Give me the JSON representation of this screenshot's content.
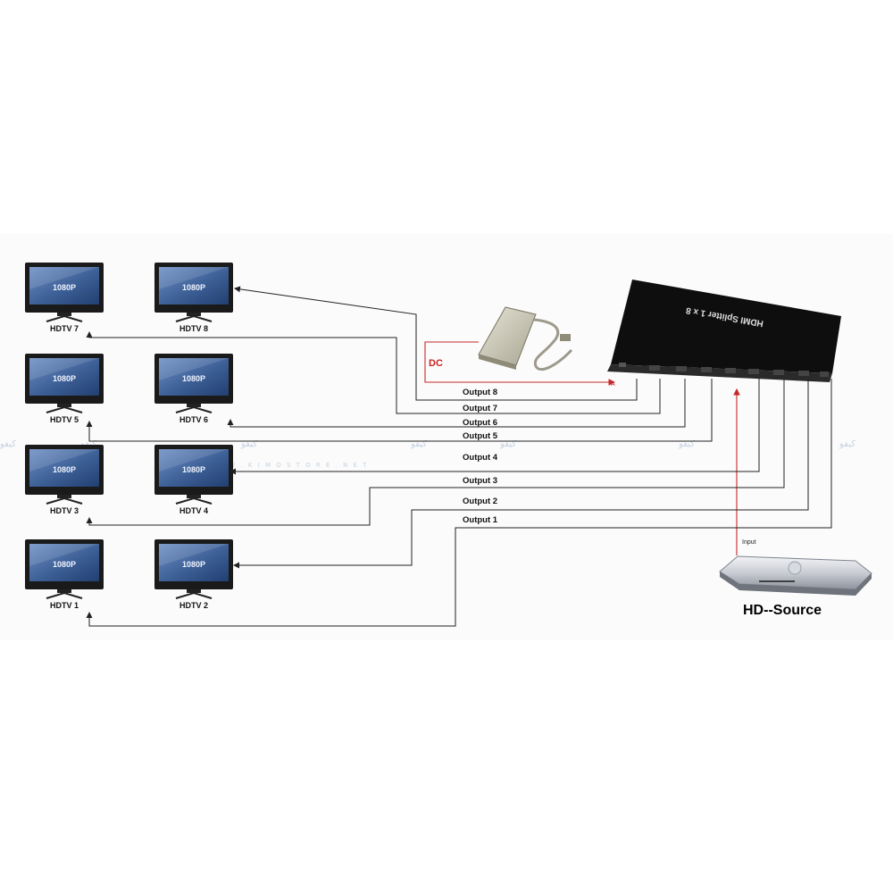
{
  "tvs": [
    {
      "id": "hdtv7",
      "label": "HDTV 7",
      "screen": "1080P"
    },
    {
      "id": "hdtv8",
      "label": "HDTV 8",
      "screen": "1080P"
    },
    {
      "id": "hdtv5",
      "label": "HDTV 5",
      "screen": "1080P"
    },
    {
      "id": "hdtv6",
      "label": "HDTV 6",
      "screen": "1080P"
    },
    {
      "id": "hdtv3",
      "label": "HDTV 3",
      "screen": "1080P"
    },
    {
      "id": "hdtv4",
      "label": "HDTV 4",
      "screen": "1080P"
    },
    {
      "id": "hdtv1",
      "label": "HDTV 1",
      "screen": "1080P"
    },
    {
      "id": "hdtv2",
      "label": "HDTV 2",
      "screen": "1080P"
    }
  ],
  "outputs": [
    {
      "label": "Output 8",
      "target": "HDTV 8"
    },
    {
      "label": "Output 7",
      "target": "HDTV 7"
    },
    {
      "label": "Output 6",
      "target": "HDTV 6"
    },
    {
      "label": "Output 5",
      "target": "HDTV 5"
    },
    {
      "label": "Output 4",
      "target": "HDTV 4"
    },
    {
      "label": "Output 3",
      "target": "HDTV 3"
    },
    {
      "label": "Output 2",
      "target": "HDTV 2"
    },
    {
      "label": "Output 1",
      "target": "HDTV 1"
    }
  ],
  "splitter": {
    "label": "HDMI Splitter 1 x 8"
  },
  "power": {
    "dc_label": "DC",
    "plug_label": "A"
  },
  "source": {
    "label": "HD--Source",
    "input_label": "Input"
  },
  "watermark": {
    "text": "كيفو",
    "url": "W W W . K I M O S T O R E . N E T"
  },
  "colors": {
    "wire": "#222222",
    "power_wire": "#c62828",
    "tv_bezel": "#1a1a1a",
    "screen": "#4a6fa6",
    "splitter": "#111111"
  }
}
